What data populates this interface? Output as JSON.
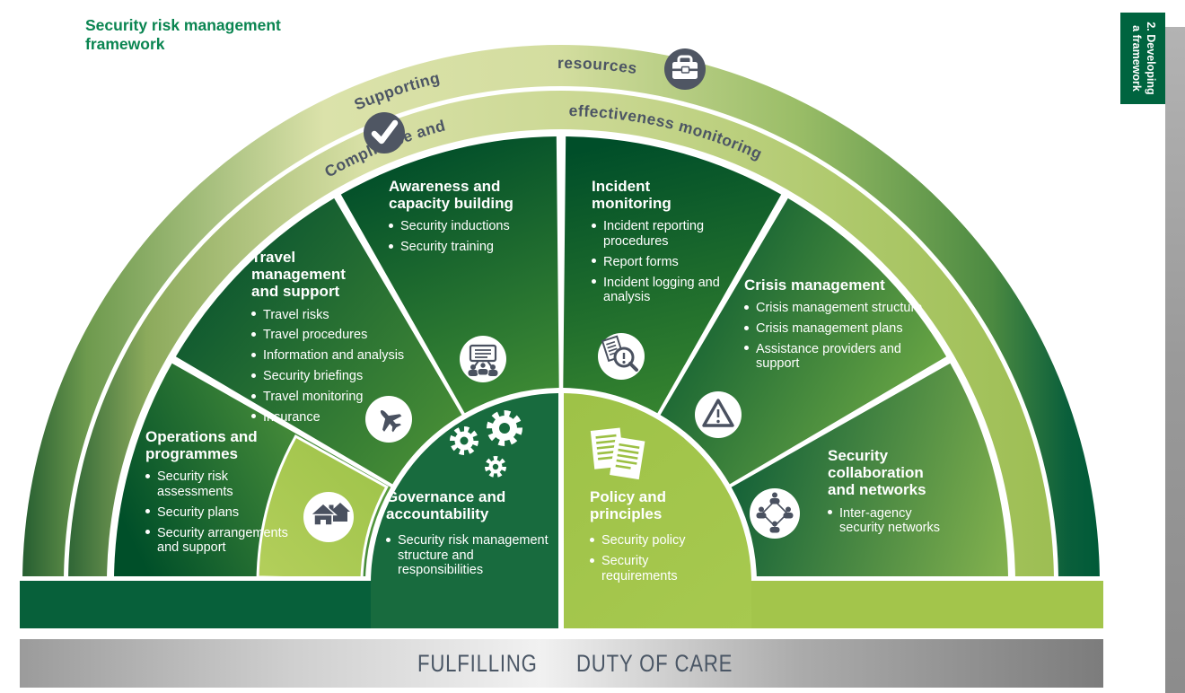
{
  "page": {
    "title": "Security risk management framework",
    "side_tab": {
      "line1": "2. Developing",
      "line2": "a framework"
    },
    "footer": {
      "word1": "FULFILLING",
      "word2": "DUTY OF CARE"
    }
  },
  "rings": {
    "outer": {
      "label_part1": "Supporting",
      "label_part2": "resources",
      "icon": "briefcase-icon"
    },
    "inner": {
      "label_part1": "Compliance and",
      "label_part2": "effectiveness monitoring",
      "icon": "check-icon"
    }
  },
  "wedges": [
    {
      "title": "Operations and programmes",
      "icon": "house-icon",
      "bullets": [
        "Security risk assessments",
        "Security plans",
        "Security arrangements and support"
      ]
    },
    {
      "title": "Travel management and support",
      "icon": "airplane-icon",
      "bullets": [
        "Travel risks",
        "Travel procedures",
        "Information and analysis",
        "Security briefings",
        "Travel monitoring",
        "Insurance"
      ]
    },
    {
      "title": "Awareness and capacity building",
      "icon": "training-icon",
      "bullets": [
        "Security inductions",
        "Security training"
      ]
    },
    {
      "title": "Incident monitoring",
      "icon": "incident-analysis-icon",
      "bullets": [
        "Incident reporting procedures",
        "Report forms",
        "Incident logging and analysis"
      ]
    },
    {
      "title": "Crisis management",
      "icon": "warning-icon",
      "bullets": [
        "Crisis management structure",
        "Crisis management plans",
        "Assistance providers and support"
      ]
    },
    {
      "title": "Security collaboration and networks",
      "icon": "network-icon",
      "bullets": [
        "Inter-agency security networks"
      ]
    }
  ],
  "center": {
    "governance": {
      "title": "Governance and accountability",
      "icon": "gears-icon",
      "bullets": [
        "Security risk management structure and responsibilities"
      ]
    },
    "policy": {
      "title": "Policy and principles",
      "icon": "documents-icon",
      "bullets": [
        "Security policy",
        "Security requirements"
      ]
    }
  },
  "colors": {
    "title_green": "#0A8551",
    "dark_green": "#00603A",
    "mid_green": "#4C9134",
    "light_green": "#A2C44A",
    "pale_green": "#DCE2AB",
    "slate": "#4A5160",
    "footer_text": "#4A5665"
  }
}
